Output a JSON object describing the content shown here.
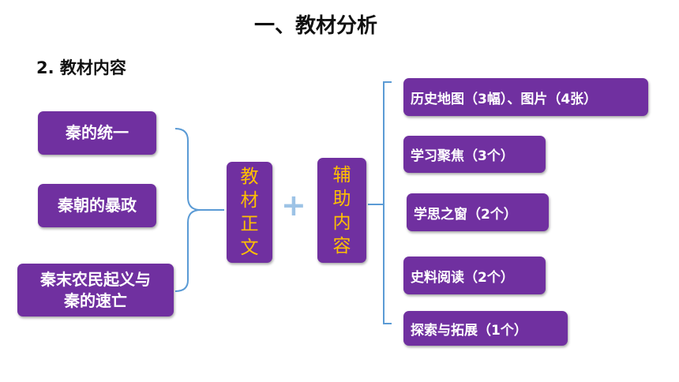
{
  "title": "一、教材分析",
  "subtitle": "2. 教材内容",
  "left_items": [
    {
      "label": "秦的统一"
    },
    {
      "label": "秦朝的暴政"
    },
    {
      "label": "秦末农民起义与\n秦的速亡"
    }
  ],
  "center": {
    "main_text": [
      "教",
      "材",
      "正",
      "文"
    ],
    "plus": "+",
    "aux_text": [
      "辅",
      "助",
      "内",
      "容"
    ]
  },
  "right_items": [
    {
      "label": "历史地图（3幅）、图片（4张）"
    },
    {
      "label": "学习聚焦（3个）"
    },
    {
      "label": "学思之窗（2个）"
    },
    {
      "label": "史料阅读（2个）"
    },
    {
      "label": "探索与拓展（1个）"
    }
  ],
  "colors": {
    "box_fill": "#7030A0",
    "center_text": "#FFC000",
    "bracket": "#5B9BD5",
    "plus": "#9DC3E6"
  }
}
